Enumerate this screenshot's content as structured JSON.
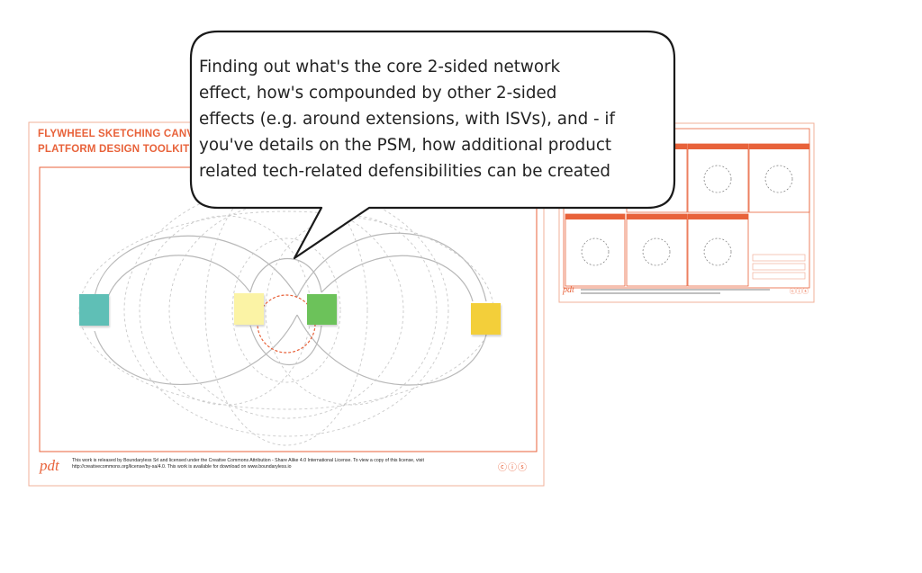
{
  "canvas": {
    "title_line1": "FLYWHEEL SKETCHING CANVA",
    "title_line2": "PLATFORM DESIGN TOOLKIT 2",
    "footer_line1": "This work is released by Boundaryless Srl and licensed under the Creative Commons Attribution - Share Alike 4.0 International License. To view a copy of this license, visit",
    "footer_line2": "http://creativecommons.org/license/by-sa/4.0.  This work is available for download on www.boundaryless.io",
    "logo": "pdt",
    "license_icons": "ⓒⓘⓢ",
    "sticky_notes": [
      {
        "color": "#5fbfb6"
      },
      {
        "color": "#fbf3a5"
      },
      {
        "color": "#6cc25a"
      },
      {
        "color": "#f3cf3a"
      }
    ],
    "accent_color": "#e8623a"
  },
  "callout": {
    "lines": [
      "Finding out what's the core 2-sided network",
      "effect, how's compounded by other 2-sided",
      "effects (e.g. around extensions, with ISVs), and - if",
      "you've details on the PSM, how additional product",
      "related tech-related defensibilities can be created"
    ]
  },
  "thumbnail": {
    "logo": "pdt",
    "license_icons": "ⓒⓘⓢ"
  }
}
